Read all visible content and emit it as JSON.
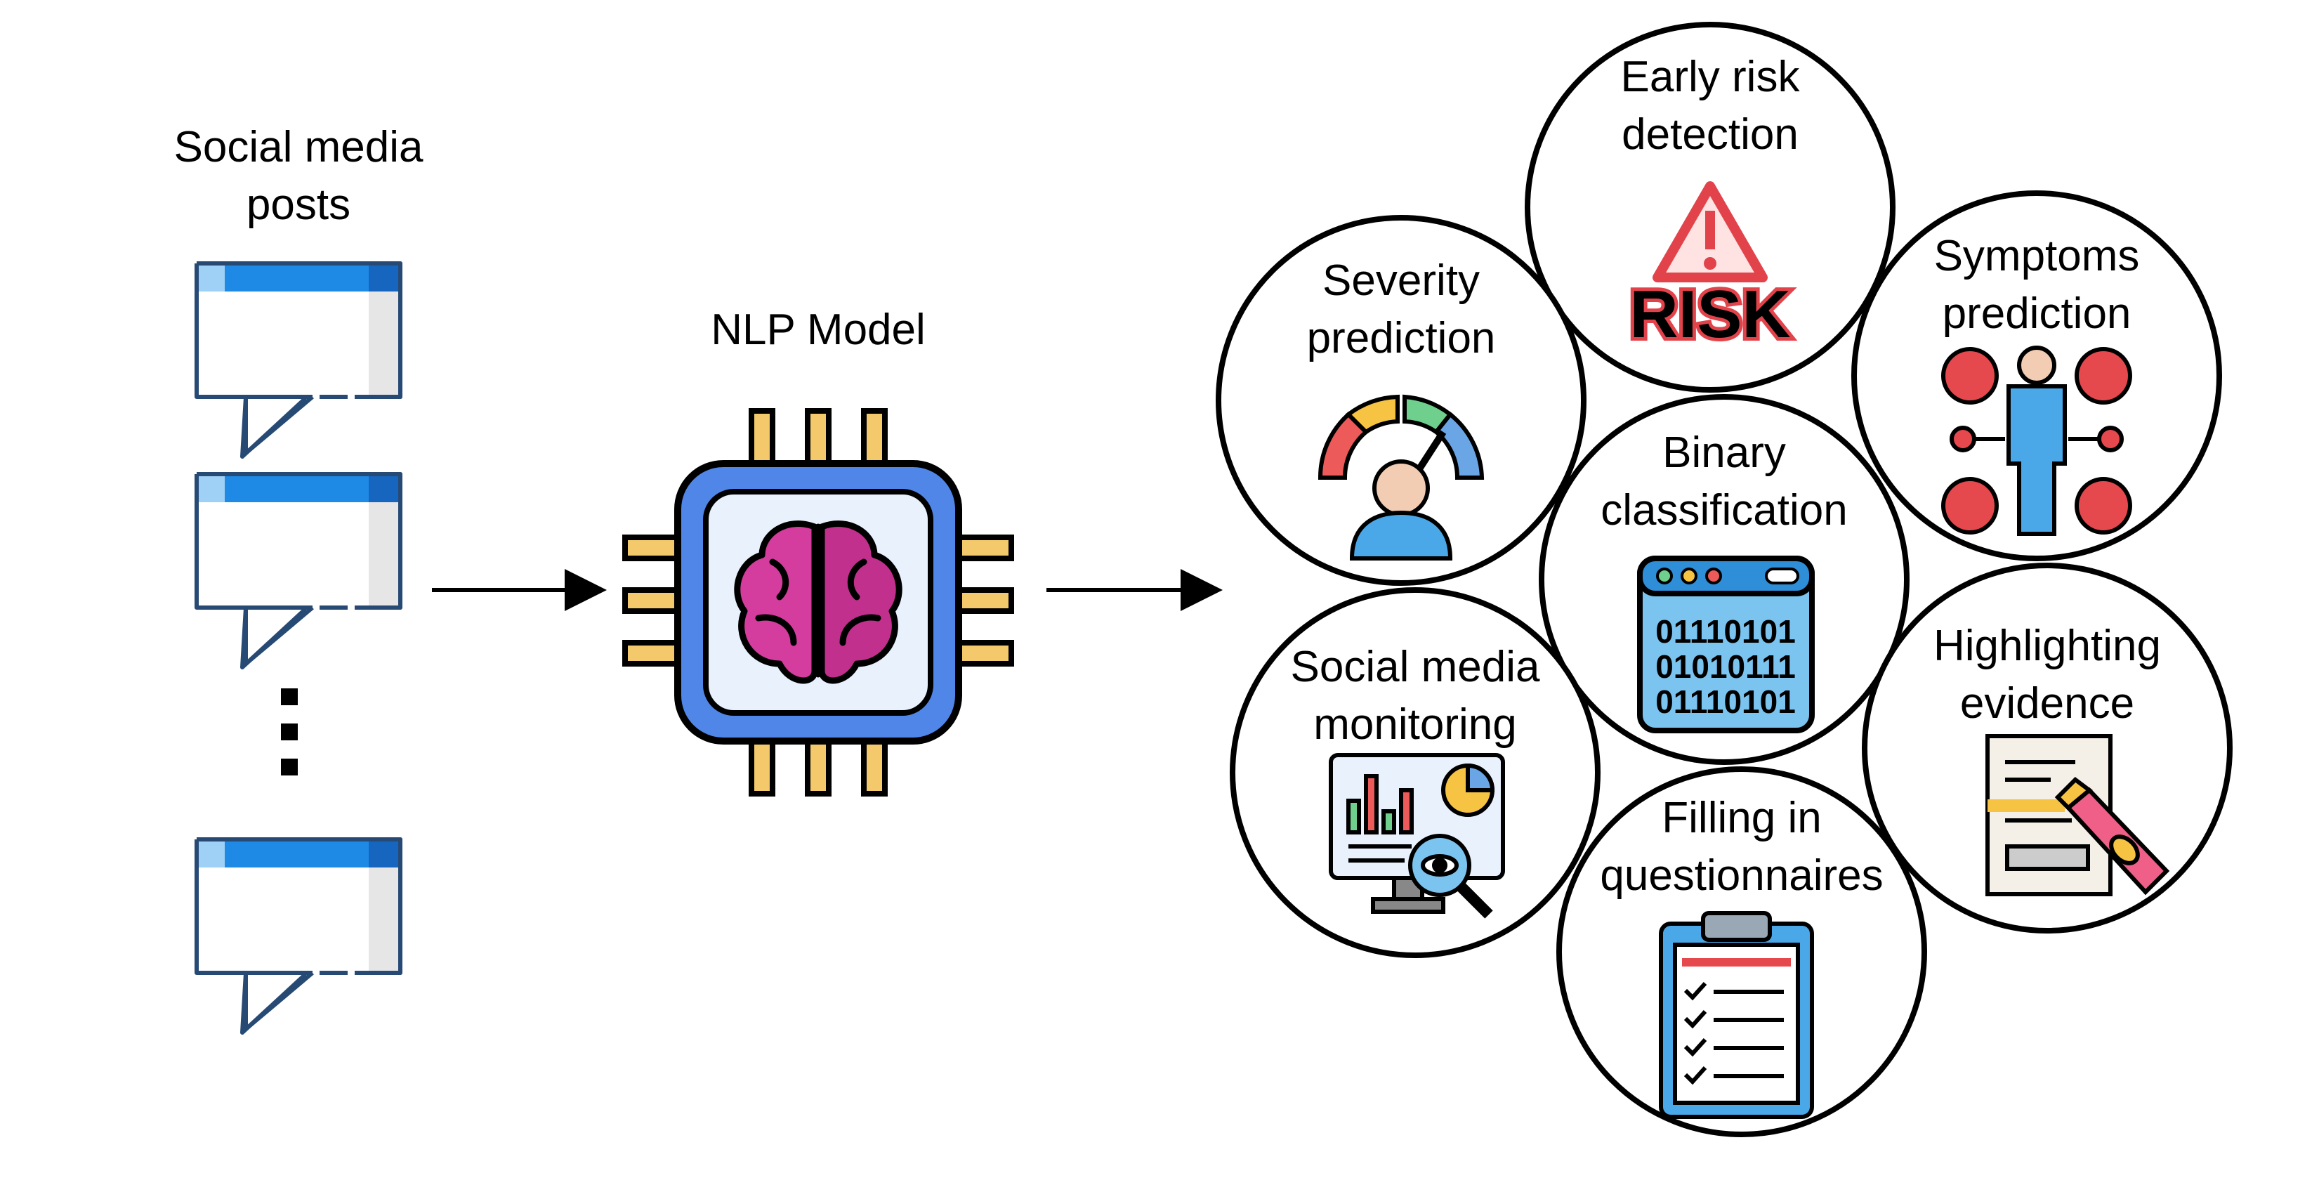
{
  "input": {
    "label_line1": "Social media",
    "label_line2": "posts",
    "ellipsis": "⋮"
  },
  "model": {
    "label": "NLP Model"
  },
  "tasks": {
    "early_risk": {
      "line1": "Early risk",
      "line2": "detection",
      "icon_text": "RISK"
    },
    "severity": {
      "line1": "Severity",
      "line2": "prediction"
    },
    "symptoms": {
      "line1": "Symptoms",
      "line2": "prediction"
    },
    "binary": {
      "line1": "Binary",
      "line2": "classification",
      "icon_rows": [
        "01110101",
        "01010111",
        "01110101"
      ]
    },
    "monitoring": {
      "line1": "Social media",
      "line2": "monitoring"
    },
    "highlighting": {
      "line1": "Highlighting",
      "line2": "evidence"
    },
    "questionnaires": {
      "line1": "Filling in",
      "line2": "questionnaires"
    }
  },
  "colors": {
    "bubble_blue": "#1e8ae6",
    "bubble_stroke": "#274a75",
    "chip_blue": "#4f86e8",
    "chip_pins": "#f3c96b",
    "brain": "#d43c9e",
    "risk_red": "#e2434b",
    "gauge_red": "#ec5a5a",
    "gauge_yellow": "#f6c343",
    "gauge_green": "#6ed08c",
    "gauge_blue": "#6aa5e6",
    "person_skin": "#f3cdb3",
    "person_shirt": "#4aa8e8",
    "symptom_red": "#e5484d",
    "binary_blue": "#2f8ed8",
    "marker_pink": "#ef5f87",
    "highlight_yellow": "#f6c343"
  },
  "icons": [
    "chat-bubble-icon",
    "chip-brain-icon",
    "risk-warning-icon",
    "gauge-person-icon",
    "symptoms-body-icon",
    "binary-code-icon",
    "monitoring-dashboard-icon",
    "highlighter-document-icon",
    "clipboard-checklist-icon"
  ]
}
